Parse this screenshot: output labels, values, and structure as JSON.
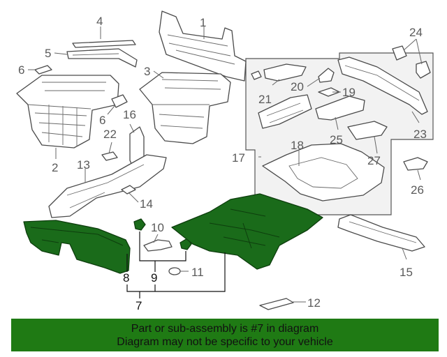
{
  "callouts": {
    "c1": "1",
    "c2": "2",
    "c3": "3",
    "c4": "4",
    "c5": "5",
    "c6a": "6",
    "c6b": "6",
    "c7": "7",
    "c8": "8",
    "c9": "9",
    "c10": "10",
    "c11": "11",
    "c12": "12",
    "c13": "13",
    "c14": "14",
    "c15": "15",
    "c16": "16",
    "c17": "17",
    "c18": "18",
    "c19": "19",
    "c20": "20",
    "c21": "21",
    "c22": "22",
    "c23": "23",
    "c24": "24",
    "c25": "25",
    "c26": "26",
    "c27": "27"
  },
  "banner": {
    "line1": "Part or sub-assembly is #7 in diagram",
    "line2": "Diagram may not be specific to your vehicle"
  },
  "colors": {
    "highlight": "#1a6b1a",
    "banner": "#1f7a14"
  }
}
